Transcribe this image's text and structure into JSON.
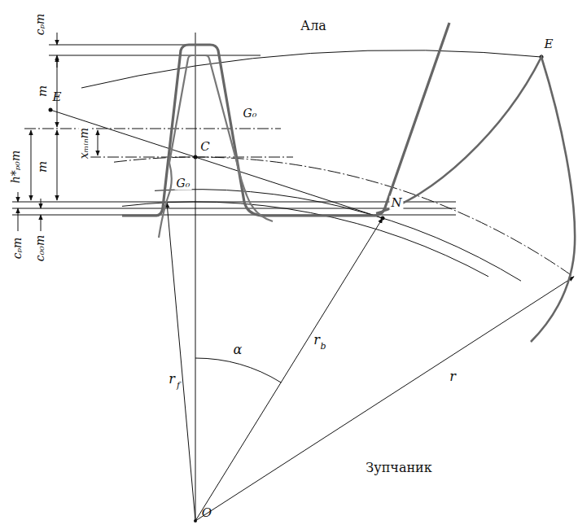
{
  "diagram": {
    "labels": [
      "Ала",
      "cₚm",
      "m",
      "E",
      "m",
      "h*ₚ₀m",
      "xₘᵢₙm",
      "C",
      "G₀",
      "G₀",
      "E",
      "N",
      "cₚm",
      "c₀₀m",
      "r",
      "f",
      "α",
      "r",
      "b",
      "r",
      "Зупчаник",
      "O"
    ]
  }
}
